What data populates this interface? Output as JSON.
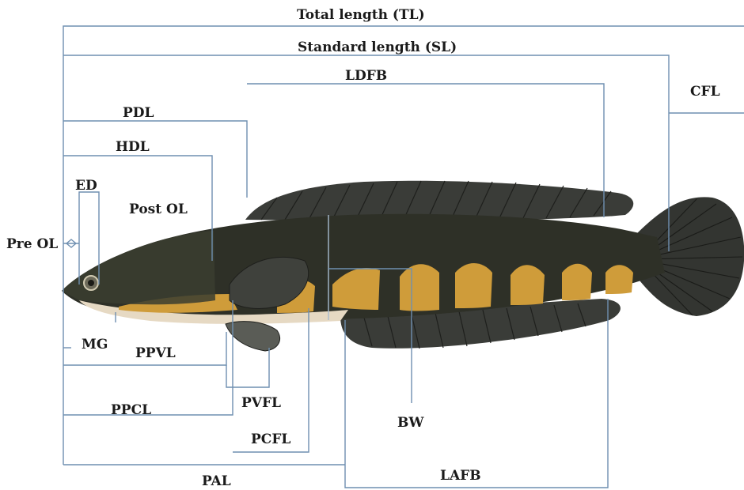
{
  "labels": {
    "tl": "Total length (TL)",
    "sl": "Standard length (SL)",
    "ldfb": "LDFB",
    "cfl": "CFL",
    "pdl": "PDL",
    "hdl": "HDL",
    "ed": "ED",
    "post_ol": "Post OL",
    "pre_ol": "Pre OL",
    "mg": "MG",
    "ppvl": "PPVL",
    "pvfl": "PVFL",
    "ppcl": "PPCL",
    "pcfl": "PCFL",
    "bw": "BW",
    "pal": "PAL",
    "lafb": "LAFB"
  },
  "colors": {
    "line": "#6f8fb0",
    "fish_body": "#2b2d24",
    "fish_belly": "#e8dcc8",
    "fish_spots": "#d8a640",
    "fin": "#3b3d3a"
  }
}
